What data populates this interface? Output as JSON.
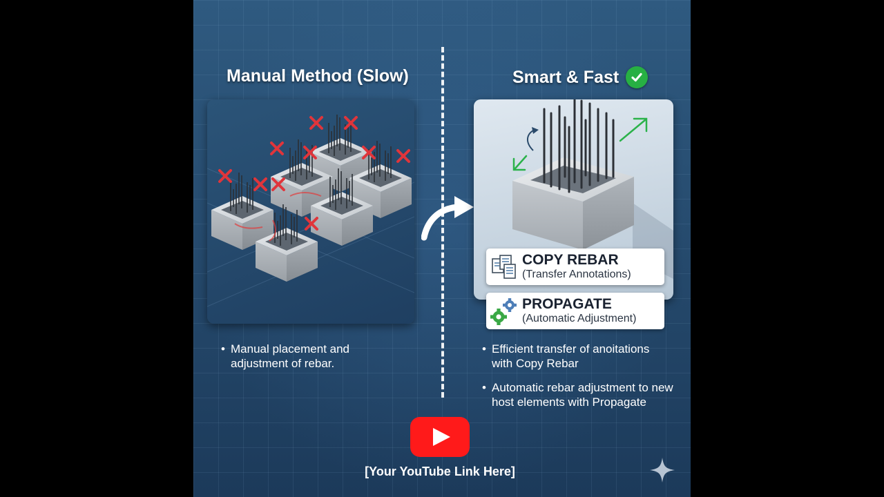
{
  "left": {
    "title": "Manual Method (Slow)",
    "bullets": [
      "Manual placement and adjustment of rebar."
    ]
  },
  "right": {
    "title": "Smart & Fast",
    "title_icon": "check-circle-icon",
    "badges": [
      {
        "title": "COPY REBAR",
        "subtitle": "(Transfer Annotations)",
        "icon": "documents-icon"
      },
      {
        "title": "PROPAGATE",
        "subtitle": "(Automatic Adjustment)",
        "icon": "gears-icon"
      }
    ],
    "bullets": [
      "Efficient transfer of anoitations with Copy Rebar",
      "Automatic rebar adjustment to new host elements with Propagate"
    ]
  },
  "footer": {
    "link_text": "[Your YouTube Link Here]",
    "logo_icon": "youtube-play-icon"
  },
  "colors": {
    "background": "#1f3f61",
    "accent_green": "#27b043",
    "error_red": "#e0353b",
    "youtube_red": "#ff1a1a"
  }
}
